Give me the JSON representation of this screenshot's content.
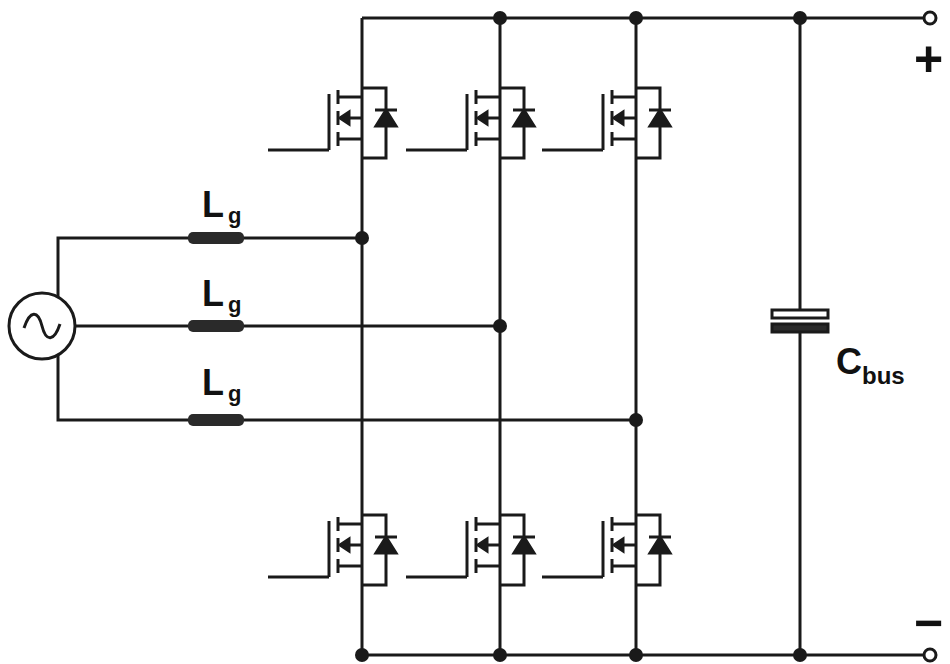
{
  "diagram": {
    "labels": [
      "L",
      "g",
      "L",
      "g",
      "L",
      "g",
      "C",
      "bus",
      "+",
      "−"
    ]
  }
}
